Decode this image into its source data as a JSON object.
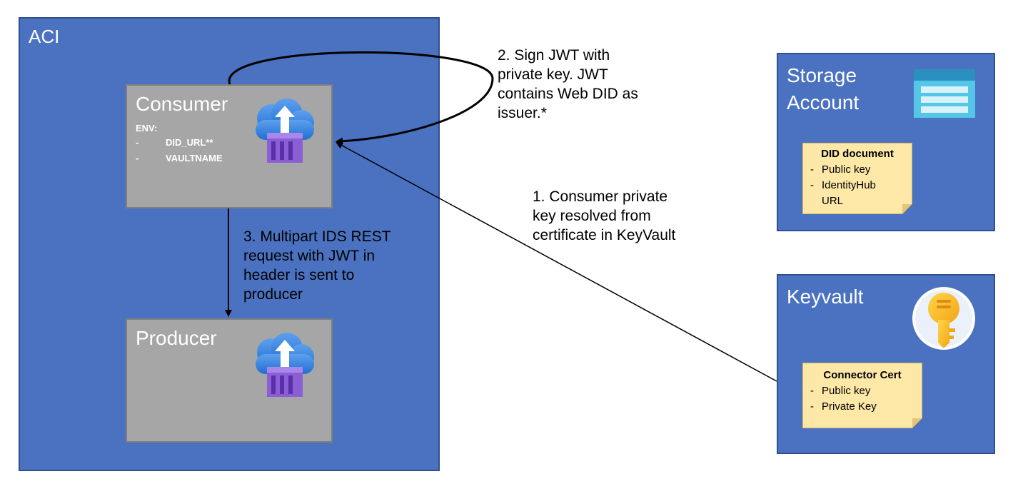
{
  "aci": {
    "title": "ACI"
  },
  "consumer": {
    "title": "Consumer",
    "env_label": "ENV:",
    "env_items": [
      "DID_URL**",
      "VAULTNAME"
    ]
  },
  "producer": {
    "title": "Producer"
  },
  "storage": {
    "title_line1": "Storage",
    "title_line2": "Account",
    "icon": "storage-account-icon",
    "note": {
      "title": "DID document",
      "items": [
        "Public key",
        "IdentityHub",
        "URL"
      ]
    }
  },
  "keyvault": {
    "title": "Keyvault",
    "icon": "key-icon",
    "note": {
      "title": "Connector Cert",
      "items": [
        "Public key",
        "Private Key"
      ]
    }
  },
  "steps": {
    "step1": [
      "1. Consumer private",
      "key resolved from",
      "certificate in KeyVault"
    ],
    "step2": [
      "2. Sign JWT with",
      "private key. JWT",
      "contains Web DID as",
      "issuer.*"
    ],
    "step3": [
      "3. Multipart IDS REST",
      "request with JWT in",
      "header is sent to",
      "producer"
    ]
  },
  "colors": {
    "box_blue": "#4a72c0",
    "box_gray": "#a6a6a6",
    "note_yellow": "#fde8a7"
  }
}
